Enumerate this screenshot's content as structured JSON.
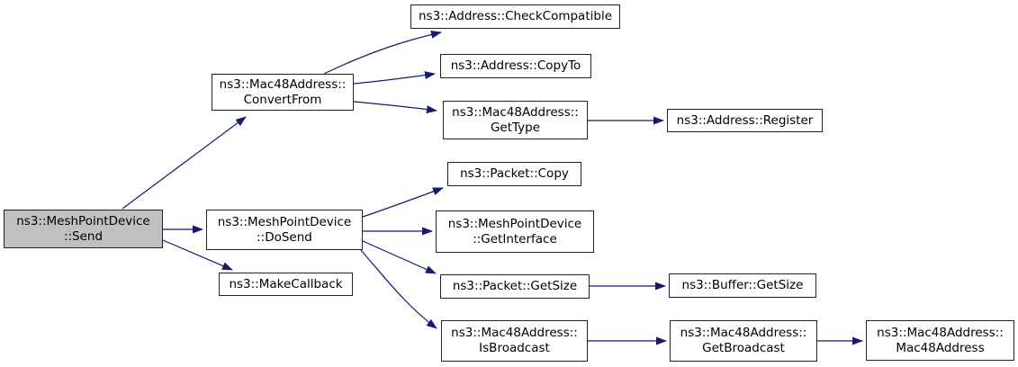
{
  "diagram": {
    "type": "call-graph",
    "colors": {
      "edge": "#191970",
      "node_border": "#222222",
      "node_fill": "#ffffff",
      "highlight_fill": "#c0c0c0"
    },
    "nodes": [
      {
        "id": "send",
        "highlighted": true,
        "lines": [
          "ns3::MeshPointDevice",
          "::Send"
        ]
      },
      {
        "id": "convert-from",
        "highlighted": false,
        "lines": [
          "ns3::Mac48Address::",
          "ConvertFrom"
        ]
      },
      {
        "id": "do-send",
        "highlighted": false,
        "lines": [
          "ns3::MeshPointDevice",
          "::DoSend"
        ]
      },
      {
        "id": "make-callback",
        "highlighted": false,
        "lines": [
          "ns3::MakeCallback"
        ]
      },
      {
        "id": "check-compatible",
        "highlighted": false,
        "lines": [
          "ns3::Address::CheckCompatible"
        ]
      },
      {
        "id": "copy-to",
        "highlighted": false,
        "lines": [
          "ns3::Address::CopyTo"
        ]
      },
      {
        "id": "get-type",
        "highlighted": false,
        "lines": [
          "ns3::Mac48Address::",
          "GetType"
        ]
      },
      {
        "id": "packet-copy",
        "highlighted": false,
        "lines": [
          "ns3::Packet::Copy"
        ]
      },
      {
        "id": "get-interface",
        "highlighted": false,
        "lines": [
          "ns3::MeshPointDevice",
          "::GetInterface"
        ]
      },
      {
        "id": "packet-get-size",
        "highlighted": false,
        "lines": [
          "ns3::Packet::GetSize"
        ]
      },
      {
        "id": "is-broadcast",
        "highlighted": false,
        "lines": [
          "ns3::Mac48Address::",
          "IsBroadcast"
        ]
      },
      {
        "id": "register",
        "highlighted": false,
        "lines": [
          "ns3::Address::Register"
        ]
      },
      {
        "id": "buffer-get-size",
        "highlighted": false,
        "lines": [
          "ns3::Buffer::GetSize"
        ]
      },
      {
        "id": "get-broadcast",
        "highlighted": false,
        "lines": [
          "ns3::Mac48Address::",
          "GetBroadcast"
        ]
      },
      {
        "id": "mac48-address",
        "highlighted": false,
        "lines": [
          "ns3::Mac48Address::",
          "Mac48Address"
        ]
      }
    ],
    "edges": [
      {
        "from": "send",
        "to": "convert-from"
      },
      {
        "from": "send",
        "to": "do-send"
      },
      {
        "from": "send",
        "to": "make-callback"
      },
      {
        "from": "convert-from",
        "to": "check-compatible"
      },
      {
        "from": "convert-from",
        "to": "copy-to"
      },
      {
        "from": "convert-from",
        "to": "get-type"
      },
      {
        "from": "get-type",
        "to": "register"
      },
      {
        "from": "do-send",
        "to": "packet-copy"
      },
      {
        "from": "do-send",
        "to": "get-interface"
      },
      {
        "from": "do-send",
        "to": "packet-get-size"
      },
      {
        "from": "do-send",
        "to": "is-broadcast"
      },
      {
        "from": "packet-get-size",
        "to": "buffer-get-size"
      },
      {
        "from": "is-broadcast",
        "to": "get-broadcast"
      },
      {
        "from": "get-broadcast",
        "to": "mac48-address"
      }
    ]
  }
}
